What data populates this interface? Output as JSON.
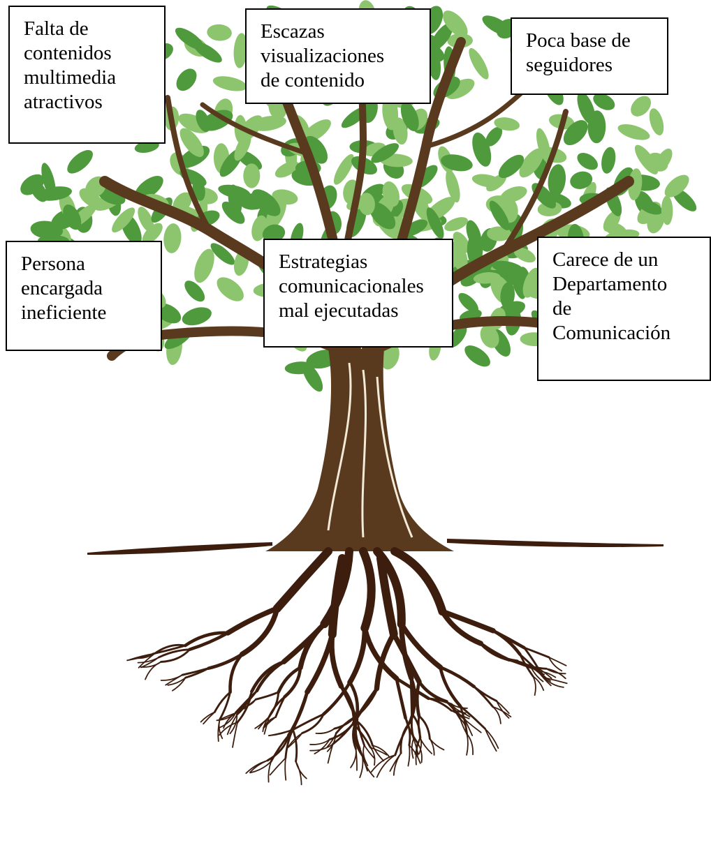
{
  "colors": {
    "leaf_light": "#8cc56d",
    "leaf_dark": "#4f9a3c",
    "trunk": "#5a3a1e",
    "root": "#3d1e0e",
    "box_border": "#000000"
  },
  "boxes": {
    "falta": "Falta de\ncontenidos\nmultimedia\natractivos",
    "escazas": "Escazas\nvisualizaciones\nde contenido",
    "poca": "Poca base de\nseguidores",
    "persona": "Persona\nencargada\nineficiente",
    "estrategias": "Estrategias\ncomunicacionales\nmal ejecutadas",
    "carece": "Carece de un\nDepartamento\nde\nComunicación"
  }
}
